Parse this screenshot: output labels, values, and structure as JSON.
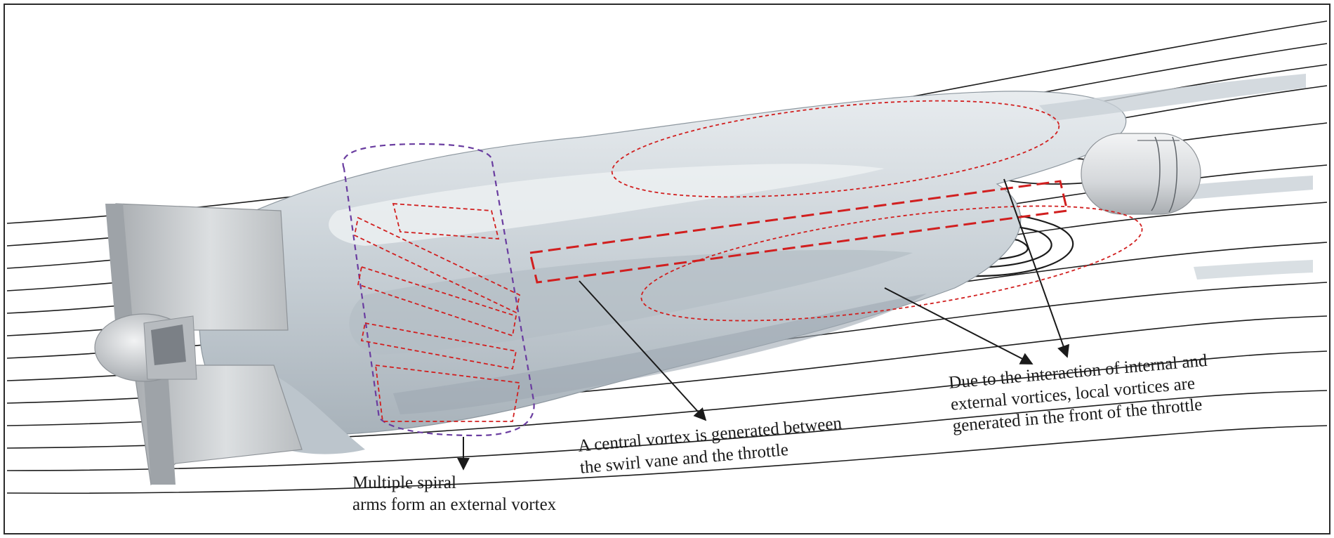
{
  "annotations": {
    "external_vortex": {
      "line1": "Multiple spiral",
      "line2": "arms form an external vortex"
    },
    "central_vortex": {
      "line1": "A central vortex is generated between",
      "line2": "the swirl vane and the throttle"
    },
    "local_vortices": {
      "line1": "Due to the interaction of internal and",
      "line2": "external vortices, local vortices are",
      "line3": "generated in the front of the throttle"
    }
  },
  "colors": {
    "frame": "#2b2b2b",
    "streamline": "#1c1c1c",
    "iso_surface": "#d3d8dc",
    "iso_shadow": "#9aa3aa",
    "vane": "#c9cccf",
    "throttle": "#e1e3e5",
    "dashed_red": "#d11f1f",
    "dashed_purple": "#6a3da0"
  }
}
